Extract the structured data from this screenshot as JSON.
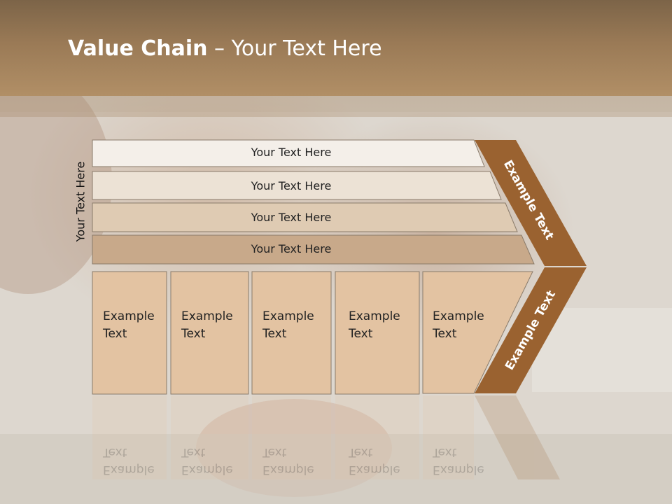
{
  "title": {
    "bold": "Value Chain",
    "rest": " – Your Text Here"
  },
  "side_label": "Your Text Here",
  "bars": [
    {
      "label": "Your Text Here",
      "fill": "#f4efe9"
    },
    {
      "label": "Your Text Here",
      "fill": "#ece2d5"
    },
    {
      "label": "Your Text Here",
      "fill": "#dfcbb3"
    },
    {
      "label": "Your Text Here",
      "fill": "#c8a98a"
    }
  ],
  "boxes": [
    {
      "line1": "Example",
      "line2": "Text"
    },
    {
      "line1": "Example",
      "line2": "Text"
    },
    {
      "line1": "Example",
      "line2": "Text"
    },
    {
      "line1": "Example",
      "line2": "Text"
    },
    {
      "line1": "Example",
      "line2": "Text"
    }
  ],
  "chevron_top_label": "Example Text",
  "chevron_bottom_label": "Example Text",
  "colors": {
    "chevron": "#9a6230",
    "box_fill": "#e3c3a2",
    "header": "#9a7a56"
  }
}
